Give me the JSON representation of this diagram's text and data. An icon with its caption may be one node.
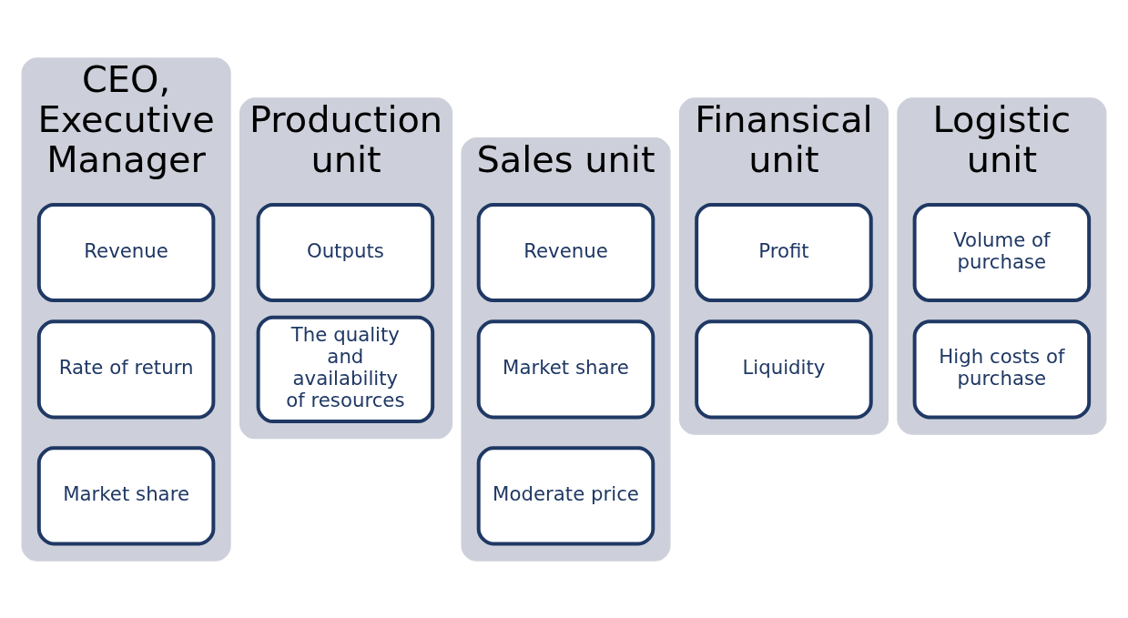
{
  "diagram": {
    "nodes": [
      {
        "text": [
          "CEO, Executive Manager"
        ]
      },
      {
        "text": [
          "Revenue"
        ],
        "in": 0
      },
      {
        "text": [
          "Rate of return"
        ],
        "in": 0
      },
      {
        "text": [
          "Market share"
        ],
        "in": 0
      },
      {
        "text": [
          "Production unit"
        ]
      },
      {
        "text": [
          "Outputs"
        ],
        "in": 4
      },
      {
        "text": [
          "The quality and availability of resources"
        ],
        "in": 4
      },
      {
        "text": [
          "Sales unit"
        ]
      },
      {
        "text": [
          "Revenue"
        ],
        "in": 7
      },
      {
        "text": [
          "Market share"
        ],
        "in": 7
      },
      {
        "text": [
          "Moderate price"
        ],
        "in": 7
      },
      {
        "text": [
          "Finansical unit"
        ]
      },
      {
        "text": [
          "Profit"
        ],
        "in": 11
      },
      {
        "text": [
          "Liquidity"
        ],
        "in": 11
      },
      {
        "text": [
          "Logistic unit"
        ]
      },
      {
        "text": [
          "Volume of purchase"
        ],
        "in": 14
      },
      {
        "text": [
          "High costs of purchase"
        ],
        "in": 14
      }
    ],
    "edges": []
  }
}
